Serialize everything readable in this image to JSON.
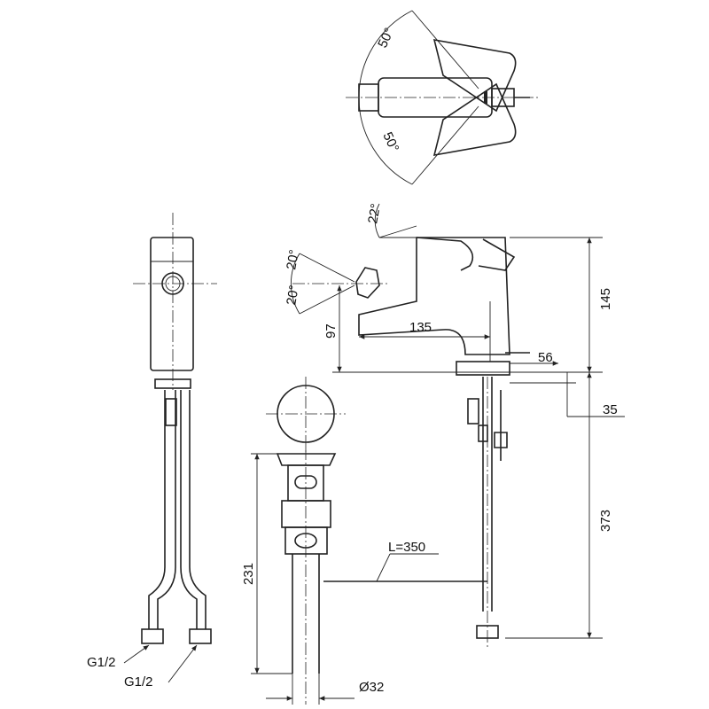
{
  "drawing": {
    "top_view": {
      "angle_upper": "50°",
      "angle_lower": "50°"
    },
    "side_view": {
      "spout_tilt": "22°",
      "knob_angle_upper": "20°",
      "knob_angle_lower": "20°",
      "knob_height": "97",
      "spout_reach": "135",
      "body_height": "145",
      "rod_length": "56",
      "deck_thickness": "35",
      "hose_length_below_deck": "373"
    },
    "drain": {
      "height": "231",
      "pull_rod_length": "L=350",
      "diameter": "Ø32"
    },
    "front_view": {
      "thread_left": "G1/2",
      "thread_right": "G1/2"
    }
  }
}
